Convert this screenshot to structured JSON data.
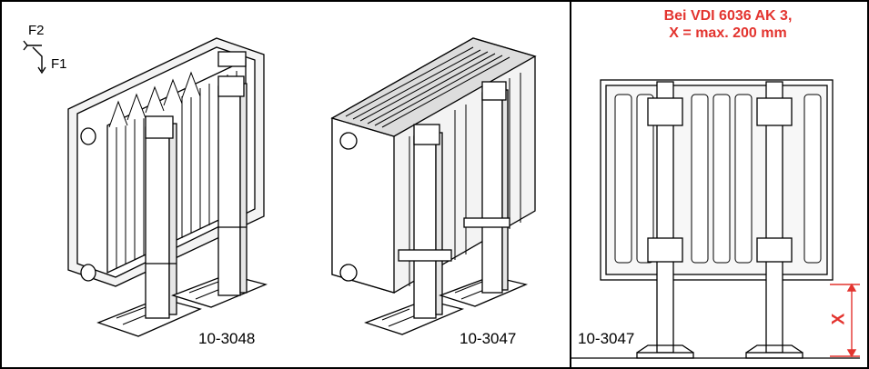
{
  "panel_left": {
    "force_labels": {
      "f1": "F1",
      "f2": "F2"
    },
    "code_a": "10-3048",
    "code_b": "10-3047"
  },
  "panel_right": {
    "header_line1": "Bei VDI 6036 AK 3,",
    "header_line2": "X = max. 200 mm",
    "code": "10-3047",
    "dimension_label": "X"
  },
  "colors": {
    "accent_red": "#e3342f",
    "line": "#000000"
  }
}
